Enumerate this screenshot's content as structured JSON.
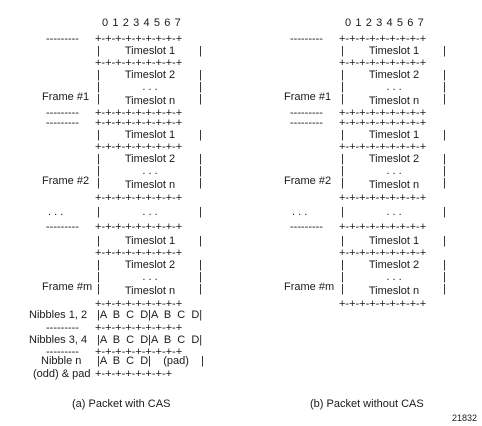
{
  "panel_a": {
    "bits": "0 1 2 3 4 5 6 7",
    "dash": "---------",
    "border": "+-+-+-+-+-+-+-+-+",
    "border_end": "+-+-+-+-+-+-+-+",
    "bar": "|",
    "slot1": "Timeslot 1",
    "slot2": "Timeslot 2",
    "slotn": "Timeslot n",
    "ellipsis": ". . .",
    "frame1": "Frame #1",
    "frame2": "Frame #2",
    "framem": "Frame #m",
    "dots": ". . .",
    "nib12_label": "Nibbles 1, 2",
    "nib34_label": "Nibbles 3, 4",
    "nibn_label1": "Nibble n",
    "nibn_label2": "(odd) & pad",
    "nib_row": "|A  B  C  D|A  B  C  D|",
    "nibn_row": "|A  B  C  D|    (pad)    |",
    "nib_border": "+-+-+-+-+-+-+-+-+",
    "caption": "(a) Packet with CAS"
  },
  "panel_b": {
    "bits": "0 1 2 3 4 5 6 7",
    "caption": "(b) Packet without CAS"
  },
  "figure_id": "21832"
}
